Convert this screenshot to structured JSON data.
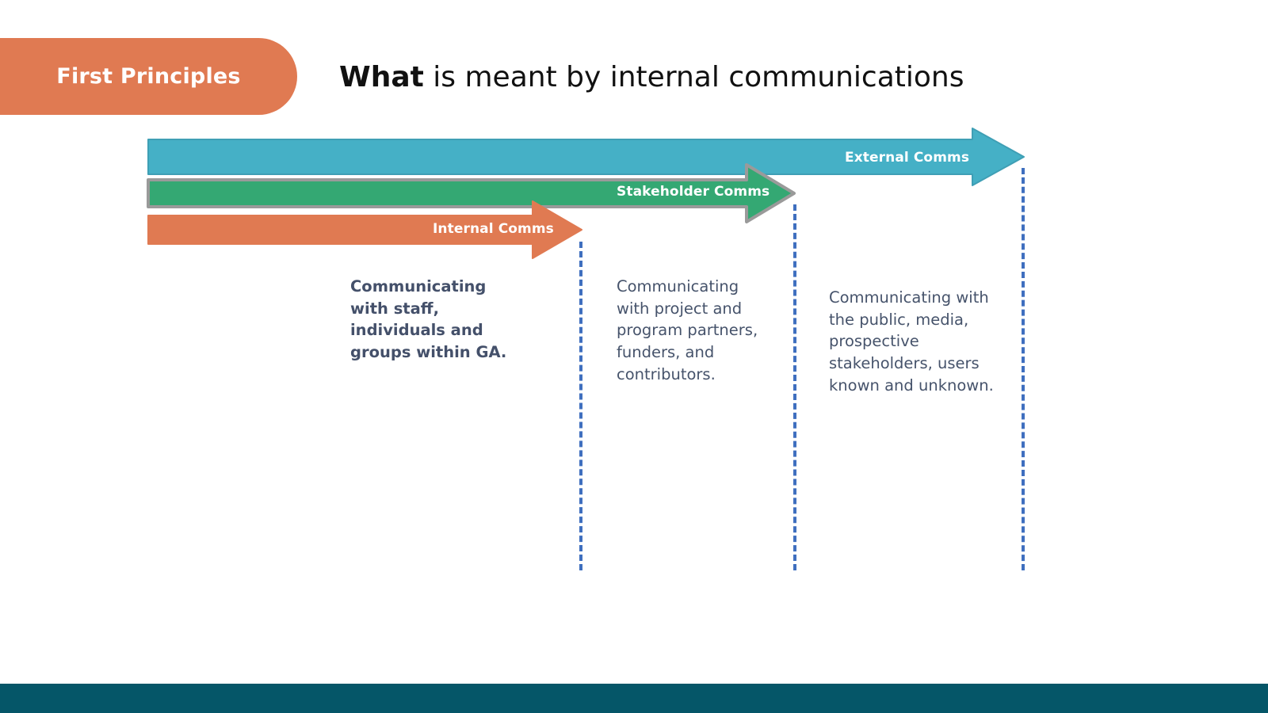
{
  "header": {
    "kicker": "First Principles",
    "title_lead": "What",
    "title_rest": " is meant by internal communications"
  },
  "diagram": {
    "bars": [
      {
        "key": "external",
        "label": "External Comms",
        "color": "#45b0c6",
        "outline": "#3f9fb5"
      },
      {
        "key": "stakeholder",
        "label": "Stakeholder Comms",
        "color": "#34a873",
        "outline": "#9a9a9a"
      },
      {
        "key": "internal",
        "label": "Internal Comms",
        "color": "#e07a52",
        "outline": "#e07a52"
      }
    ],
    "connector_color": "#3f6fbf",
    "descriptions": [
      {
        "key": "internal",
        "text": "Communicating with staff, individuals and groups within GA.",
        "emphasis": true
      },
      {
        "key": "stakeholder",
        "text": "Communicating with project and program partners, funders, and contributors.",
        "emphasis": false
      },
      {
        "key": "external",
        "text": "Communicating with the public, media, prospective stakeholders, users known and unknown.",
        "emphasis": false
      }
    ]
  },
  "footer": {
    "color": "#055668"
  }
}
